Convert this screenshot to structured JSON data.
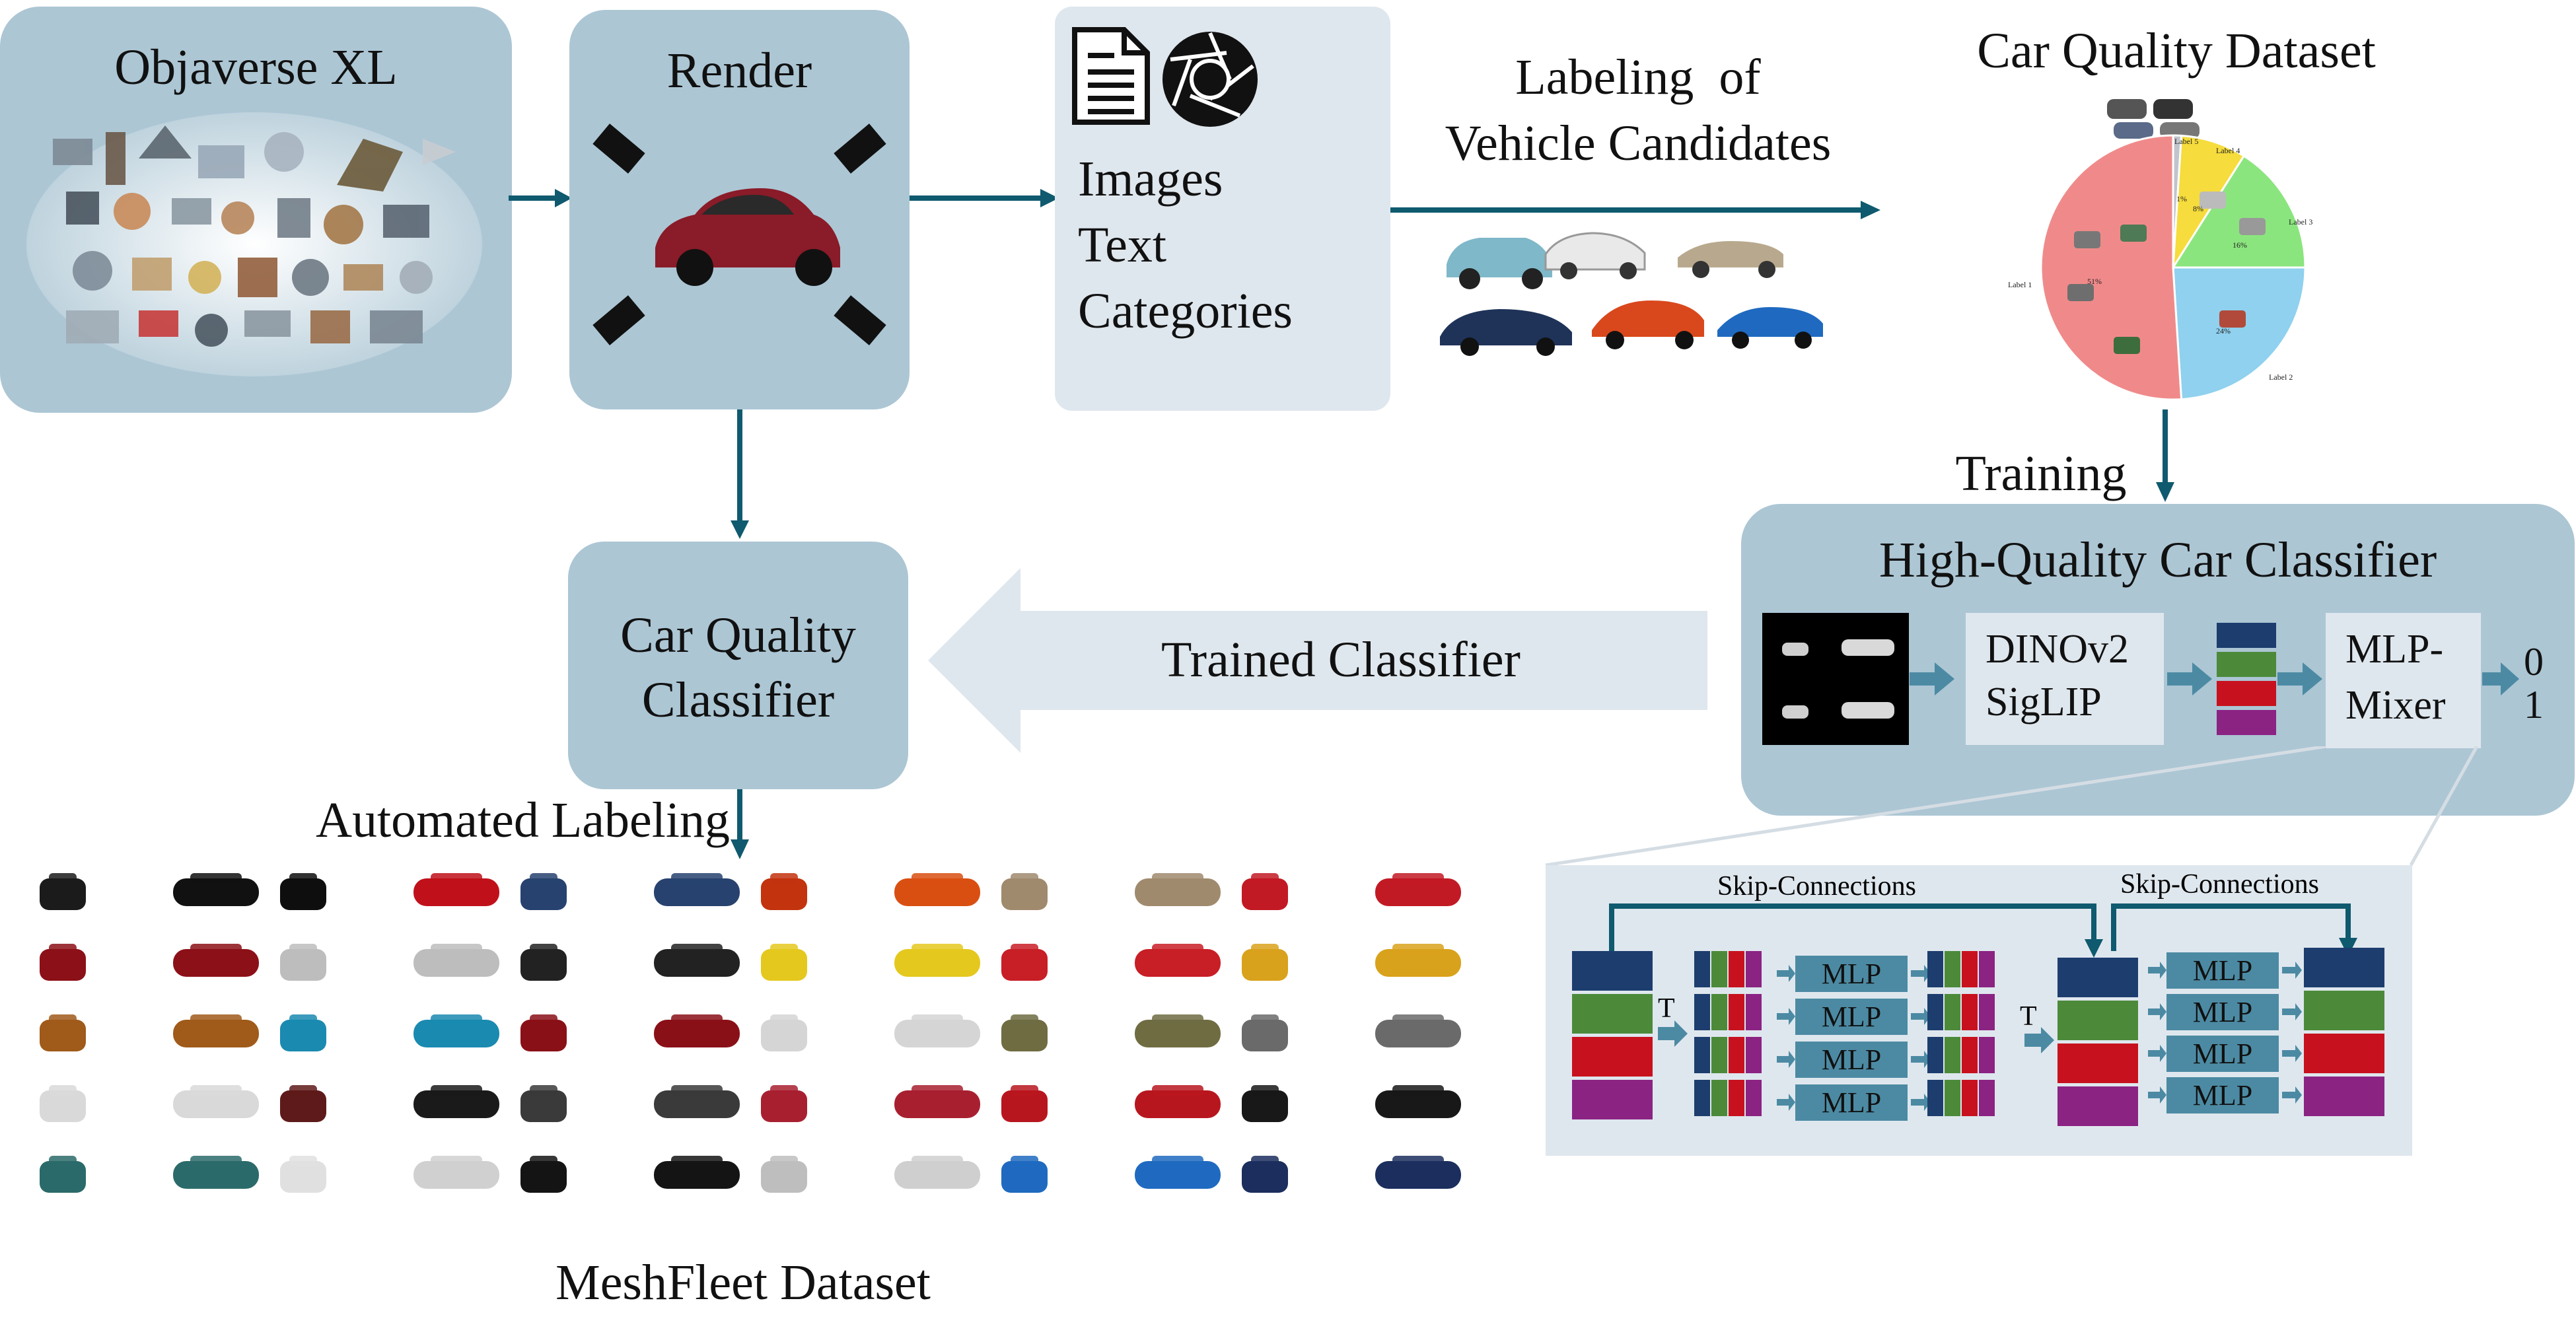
{
  "objaverse": {
    "title": "Objaverse XL"
  },
  "render": {
    "title": "Render"
  },
  "modalities": {
    "lines": [
      "Images",
      "Text",
      "Categories"
    ]
  },
  "labeling": {
    "line1": "Labeling  of",
    "line2": "Vehicle Candidates"
  },
  "car_quality_dataset": {
    "title": "Car Quality Dataset",
    "pie": {
      "labels": [
        "Label 1",
        "Label 2",
        "Label 3",
        "Label 4",
        "Label 5"
      ],
      "percents": [
        "51%",
        "24%",
        "16%",
        "8%",
        "1%"
      ],
      "values": [
        51,
        24,
        16,
        8,
        1
      ],
      "colors": [
        "#f08a8a",
        "#8fd1ee",
        "#8be57e",
        "#f6dc3c",
        "#c0c4cc"
      ]
    }
  },
  "training": {
    "label": "Training"
  },
  "hq_classifier": {
    "title": "High-Quality Car Classifier",
    "encoder_lines": [
      "DINOv2",
      "SigLIP"
    ],
    "mixer_lines": [
      "MLP-",
      "Mixer"
    ],
    "outputs": [
      "0",
      "1"
    ],
    "feature_colors": [
      "#1d3d6e",
      "#4c8a3a",
      "#c8111e",
      "#8b2383"
    ]
  },
  "trained_classifier": {
    "label": "Trained Classifier"
  },
  "car_quality_classifier": {
    "lines": [
      "Car Quality",
      "Classifier"
    ]
  },
  "automated_labeling": {
    "label": "Automated Labeling"
  },
  "meshfleet": {
    "label": "MeshFleet Dataset"
  },
  "mixer_detail": {
    "skip_label_1": "Skip-Connections",
    "skip_label_2": "Skip-Connections",
    "transpose_label": "T",
    "mlp_label": "MLP"
  },
  "car_grid": {
    "colors": [
      [
        "#1b1b1b",
        "#111111",
        "#0e0e0e",
        "#c0111a",
        "#27426e",
        "#27426e",
        "#c2330e",
        "#d94f12",
        "#a08a6e",
        "#a08a6e",
        "#c21a24",
        "#c21a24"
      ],
      [
        "#8c1018",
        "#8c1018",
        "#bdbdbd",
        "#bdbdbd",
        "#222222",
        "#222222",
        "#e5c81e",
        "#e5c81e",
        "#c81e26",
        "#c81e26",
        "#d9a21c",
        "#d9a21c"
      ],
      [
        "#a05a1a",
        "#a05a1a",
        "#1a8ab0",
        "#1a8ab0",
        "#8a1018",
        "#8a1018",
        "#d5d5d5",
        "#d5d5d5",
        "#6f6c42",
        "#6f6c42",
        "#6a6a6a",
        "#6a6a6a"
      ],
      [
        "#d9d9d9",
        "#d9d9d9",
        "#5e1a1a",
        "#1a1a1a",
        "#3a3a3a",
        "#3a3a3a",
        "#a82030",
        "#a82030",
        "#b8161e",
        "#b8161e",
        "#181818",
        "#181818"
      ],
      [
        "#2b6a6a",
        "#2b6a6a",
        "#e0e0e0",
        "#d0d0d0",
        "#141414",
        "#141414",
        "#bebebe",
        "#cfcfcf",
        "#1f6ac0",
        "#1f6ac0",
        "#1c2e5e",
        "#1c2e5e"
      ]
    ]
  }
}
